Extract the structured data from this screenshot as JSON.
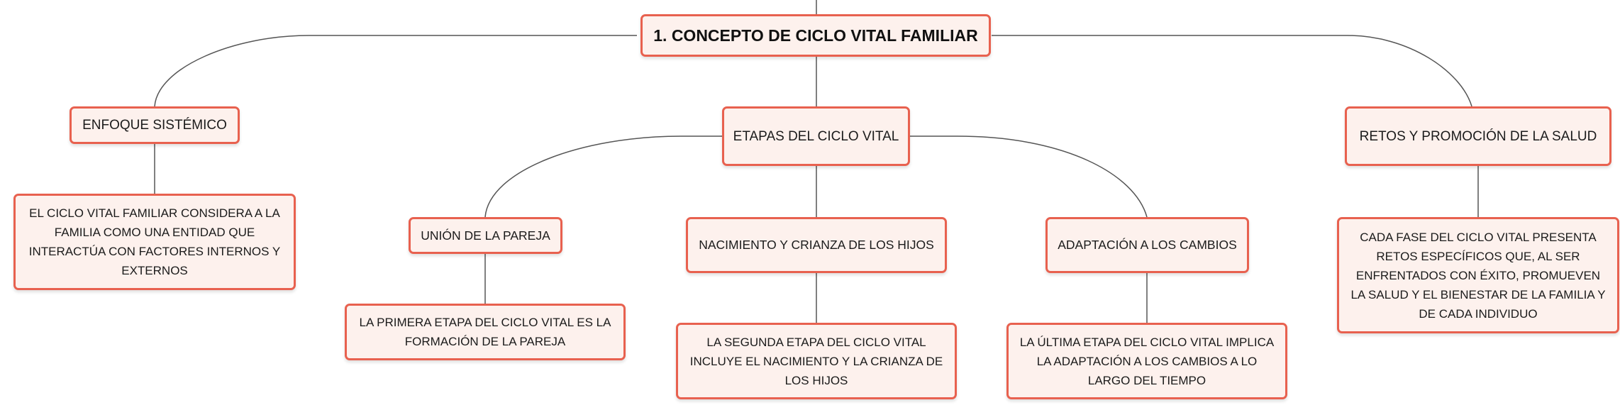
{
  "map": {
    "root": {
      "label": "1. CONCEPTO DE CICLO VITAL FAMILIAR"
    },
    "enfoque": {
      "label": "ENFOQUE SISTÉMICO",
      "detail": "EL CICLO VITAL FAMILIAR CONSIDERA A LA FAMILIA COMO UNA ENTIDAD QUE INTERACTÚA CON FACTORES INTERNOS Y EXTERNOS"
    },
    "etapas": {
      "label": "ETAPAS DEL CICLO VITAL",
      "union": {
        "label": "UNIÓN DE LA PAREJA",
        "detail": "LA PRIMERA ETAPA DEL CICLO VITAL ES LA FORMACIÓN DE LA PAREJA"
      },
      "nacimiento": {
        "label": "NACIMIENTO Y CRIANZA DE LOS HIJOS",
        "detail": "LA SEGUNDA ETAPA DEL CICLO VITAL INCLUYE EL NACIMIENTO Y LA CRIANZA DE LOS HIJOS"
      },
      "adaptacion": {
        "label": "ADAPTACIÓN A LOS CAMBIOS",
        "detail": "LA ÚLTIMA ETAPA DEL CICLO VITAL IMPLICA LA ADAPTACIÓN A LOS CAMBIOS A LO LARGO DEL TIEMPO"
      }
    },
    "retos": {
      "label": "RETOS Y PROMOCIÓN DE LA SALUD",
      "detail": "CADA FASE DEL CICLO VITAL PRESENTA RETOS ESPECÍFICOS QUE, AL SER ENFRENTADOS CON ÉXITO, PROMUEVEN LA SALUD Y EL BIENESTAR DE LA FAMILIA Y DE CADA INDIVIDUO"
    }
  },
  "colors": {
    "node_border": "#e8614f",
    "node_fill": "#fdf1ed",
    "connector": "#555555"
  }
}
